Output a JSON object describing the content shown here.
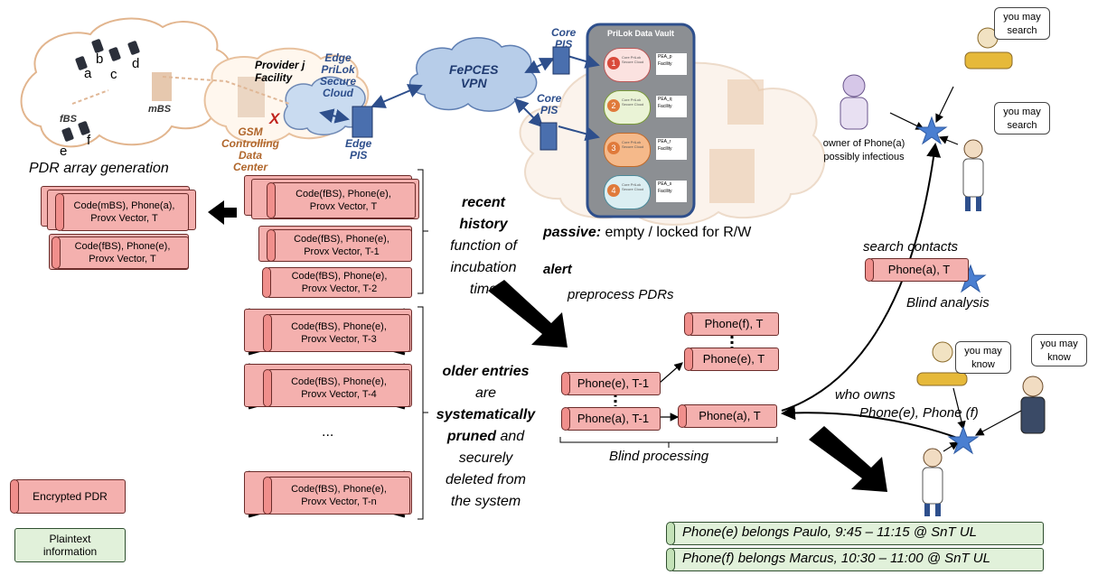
{
  "left": {
    "phones": [
      "a",
      "b",
      "c",
      "d",
      "e",
      "f"
    ],
    "fbs": "fBS",
    "mbs": "mBS",
    "pdr_title": "PDR array generation",
    "array_pdr_1": [
      "Code(mBS), Phone(a),",
      "Provx Vector, T"
    ],
    "array_pdr_2": [
      "Code(fBS), Phone(e),",
      "Provx Vector, T"
    ]
  },
  "provider": {
    "title": [
      "Provider j",
      "Facility"
    ],
    "gsm": [
      "GSM",
      "Controlling",
      "Data",
      "Center"
    ],
    "x_mark": "X",
    "edge_cloud": [
      "Edge",
      "PriLok",
      "Secure",
      "Cloud"
    ],
    "edge_pis": [
      "Edge",
      "PIS"
    ],
    "vpn": [
      "FePCES",
      "VPN"
    ],
    "core_pis_1": [
      "Core",
      "PIS"
    ],
    "core_pis_2": [
      "Core",
      "PIS"
    ]
  },
  "vault": {
    "title": "PriLok Data Vault",
    "rows": [
      {
        "num": "1",
        "cloud_text": "Core PriLok Secure Cloud",
        "box": [
          "PEA_p",
          "Facility"
        ]
      },
      {
        "num": "2",
        "cloud_text": "Core PriLok Secure Cloud",
        "box": [
          "PEA_q",
          "Facility"
        ]
      },
      {
        "num": "3",
        "cloud_text": "Core PriLok Secure Cloud",
        "box": [
          "PEA_r",
          "Facility"
        ]
      },
      {
        "num": "4",
        "cloud_text": "Core PriLok Secure Cloud",
        "box": [
          "PEA_s",
          "Facility"
        ]
      }
    ],
    "passive_bold": "passive:",
    "passive_rest": "empty / locked for R/W"
  },
  "history": {
    "recent_pdrs": [
      [
        "Code(fBS), Phone(e),",
        "Provx Vector, T"
      ],
      [
        "Code(fBS), Phone(e),",
        "Provx Vector, T-1"
      ],
      [
        "Code(fBS), Phone(e),",
        "Provx Vector, T-2"
      ]
    ],
    "old_pdrs": [
      [
        "Code(fBS), Phone(e),",
        "Provx Vector, T-3"
      ],
      [
        "Code(fBS), Phone(e),",
        "Provx Vector, T-4"
      ],
      [
        "Code(fBS), Phone(e),",
        "Provx Vector, T-n"
      ]
    ],
    "ellipsis": "...",
    "recent_label": {
      "line1": "recent",
      "line2": "history",
      "line3": "function of",
      "line4": "incubation",
      "line5": "time"
    },
    "older_label": {
      "line1": "older entries",
      "line2": "are",
      "line3": "systematically",
      "line4": "pruned",
      "line4b": "and",
      "line5": "securely",
      "line6": "deleted from",
      "line7": "the system"
    }
  },
  "processing": {
    "alert": "alert",
    "preprocess": "preprocess PDRs",
    "phone_e_t1": "Phone(e), T-1",
    "phone_a_t1": "Phone(a), T-1",
    "phone_f_t": "Phone(f), T",
    "phone_e_t": "Phone(e), T",
    "phone_a_t": "Phone(a), T",
    "blind_processing": "Blind processing"
  },
  "right": {
    "bubble_search_1": [
      "you may",
      "search"
    ],
    "bubble_search_2": [
      "you may",
      "search"
    ],
    "owner_label": [
      "owner of Phone(a)",
      "possibly infectious"
    ],
    "search_contacts": "search contacts",
    "phone_a_search": "Phone(a), T",
    "blind_analysis": "Blind analysis",
    "bubble_know_1": [
      "you may",
      "know"
    ],
    "bubble_know_2": [
      "you may",
      "know"
    ],
    "who_owns": [
      "who owns",
      "Phone(e), Phone (f)"
    ],
    "result_1": "Phone(e) belongs Paulo, 9:45 – 11:15 @ SnT UL",
    "result_2": "Phone(f) belongs Marcus, 10:30 – 11:00 @ SnT UL"
  },
  "legend": {
    "encrypted": "Encrypted PDR",
    "plaintext": [
      "Plaintext",
      "information"
    ]
  },
  "colors": {
    "pdr_fill": "#f4b0ae",
    "plain_fill": "#e1f1da",
    "cloud_blue": "#bcd3ee",
    "vault_fill": "#8c8f93",
    "star": "#4a7fd1"
  }
}
